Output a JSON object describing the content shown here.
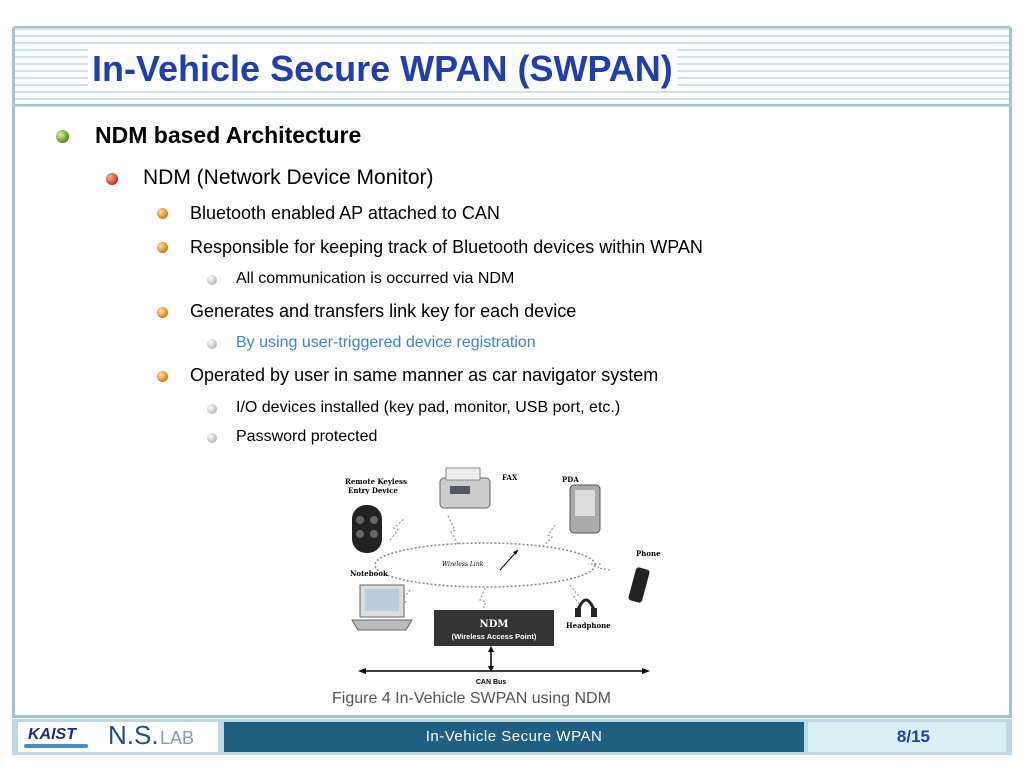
{
  "slide": {
    "title": "In-Vehicle Secure WPAN (SWPAN)",
    "bullets": [
      {
        "level": 1,
        "text": "NDM based Architecture"
      },
      {
        "level": 2,
        "text": "NDM (Network Device Monitor)"
      },
      {
        "level": 3,
        "text": "Bluetooth enabled AP attached to CAN"
      },
      {
        "level": 3,
        "text": "Responsible for keeping track of Bluetooth devices within WPAN"
      },
      {
        "level": 4,
        "text": "All communication is occurred via NDM"
      },
      {
        "level": 3,
        "text": "Generates and transfers link key for each device"
      },
      {
        "level": 4,
        "text": "By using user-triggered device registration"
      },
      {
        "level": 3,
        "text": "Operated by user in same manner as car navigator system"
      },
      {
        "level": 4,
        "text": "I/O devices installed (key pad, monitor, USB port, etc.)"
      },
      {
        "level": 4,
        "text": "Password protected"
      }
    ]
  },
  "figure": {
    "labels": {
      "keyless": "Remote Keyless",
      "keyless2": "Entry Device",
      "fax": "FAX",
      "pda": "PDA",
      "phone": "Phone",
      "notebook": "Notebook",
      "wireless": "Wireless Link",
      "ndm": "NDM",
      "ndm_sub": "(Wireless Access Point)",
      "headphone": "Headphone",
      "canbus": "CAN Bus"
    },
    "caption": "Figure 4 In-Vehicle SWPAN using NDM"
  },
  "footer": {
    "kaist": "KAIST",
    "ns": "N.S.",
    "lab": "LAB",
    "center": "In-Vehicle Secure WPAN",
    "page": "8/15"
  },
  "colors": {
    "title": "#1f3fb0",
    "highlight_text": "#3a86d4",
    "footer_mid": "#1f5f82"
  }
}
